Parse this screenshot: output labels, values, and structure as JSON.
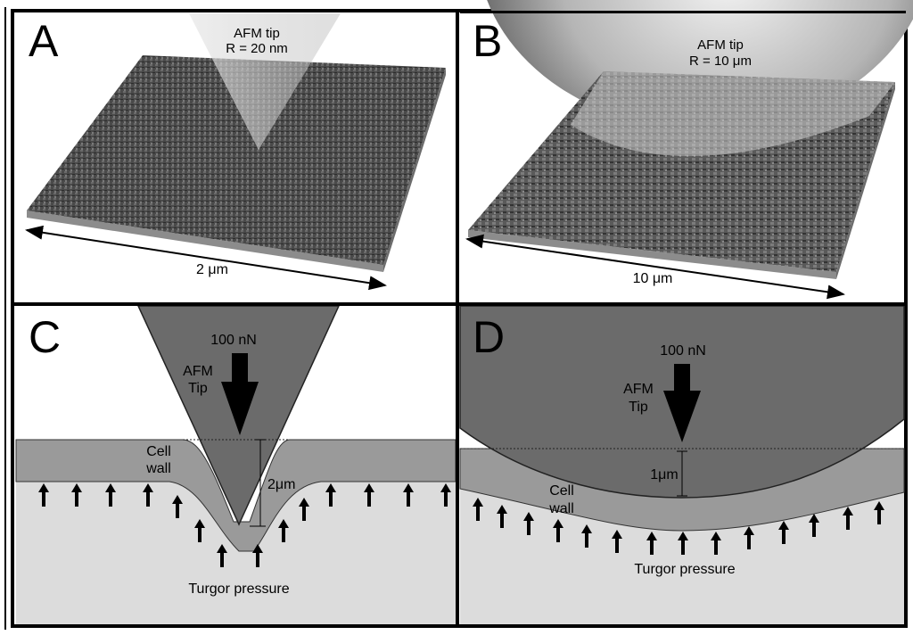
{
  "panels": {
    "A": {
      "letter": "A",
      "tip_line1": "AFM tip",
      "tip_line2": "R = 20 nm",
      "scale": "2 μm"
    },
    "B": {
      "letter": "B",
      "tip_line1": "AFM tip",
      "tip_line2": "R = 10 μm",
      "scale": "10 μm"
    },
    "C": {
      "letter": "C",
      "force": "100 nN",
      "tip_line1": "AFM",
      "tip_line2": "Tip",
      "wall_line1": "Cell",
      "wall_line2": "wall",
      "depth": "2μm",
      "pressure": "Turgor pressure"
    },
    "D": {
      "letter": "D",
      "force": "100 nN",
      "tip_line1": "AFM",
      "tip_line2": "Tip",
      "wall_line1": "Cell",
      "wall_line2": "wall",
      "depth": "1μm",
      "pressure": "Turgor pressure"
    }
  },
  "colors": {
    "tip_dark": "#6b6b6b",
    "cell_wall": "#9a9a9a",
    "cytoplasm": "#dcdcdc",
    "border": "#000000"
  }
}
